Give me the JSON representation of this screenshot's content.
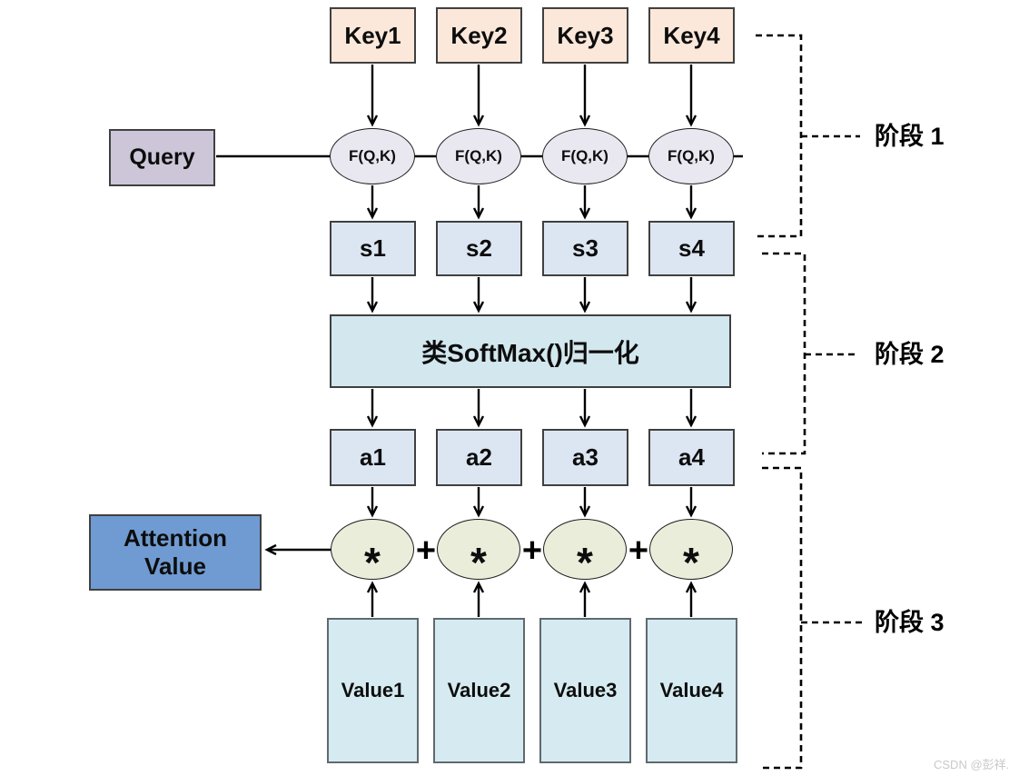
{
  "diagram": {
    "keys": [
      "Key1",
      "Key2",
      "Key3",
      "Key4"
    ],
    "query_label": "Query",
    "score_fn_label": "F(Q,K)",
    "scores": [
      "s1",
      "s2",
      "s3",
      "s4"
    ],
    "softmax_label": "类SoftMax()归一化",
    "weights": [
      "a1",
      "a2",
      "a3",
      "a4"
    ],
    "multiply_symbol": "*",
    "plus_symbol": "+",
    "attention_label": "Attention Value",
    "values": [
      "Value1",
      "Value2",
      "Value3",
      "Value4"
    ],
    "stage_labels": [
      "阶段 1",
      "阶段 2",
      "阶段 3"
    ]
  },
  "watermark": "CSDN @彭祥.",
  "colors": {
    "key_fill": "#fbe8da",
    "query_fill": "#cdc6d9",
    "score_fn_fill": "#e9e8f1",
    "score_fill": "#dce6f2",
    "softmax_fill": "#d2e7ee",
    "weight_fill": "#dce6f2",
    "multiply_fill": "#e9edda",
    "attention_fill": "#6f9bd2",
    "value_fill": "#d6ebf1",
    "line": "#000000"
  }
}
